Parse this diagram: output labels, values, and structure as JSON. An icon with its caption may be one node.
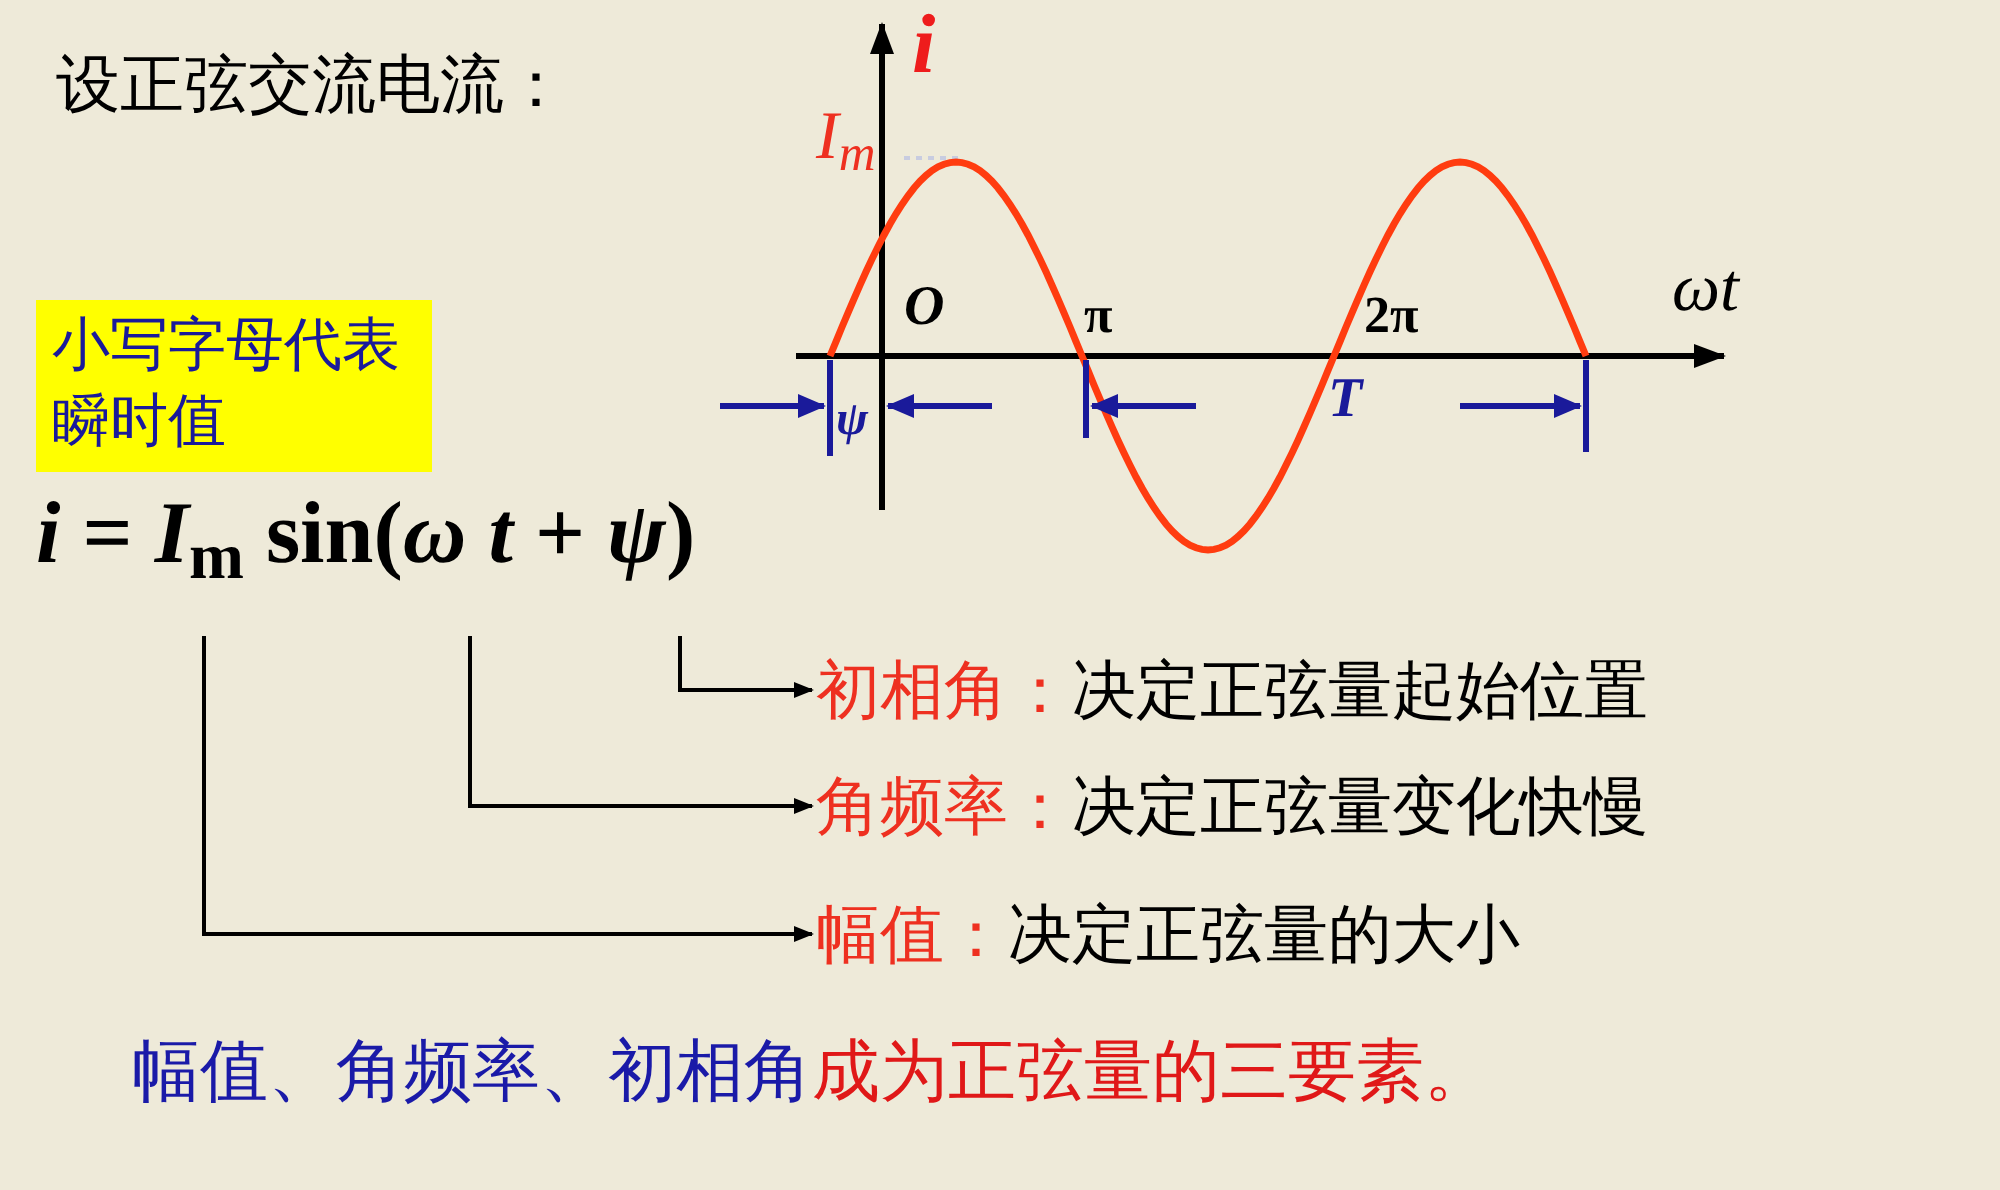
{
  "diagram": {
    "title": "设正弦交流电流：",
    "nodes": [
      {
        "text": [
          "小写字母代表瞬时值"
        ]
      },
      {
        "text": [
          "*i* = *I*$_{m}$ sin(*ω t* + *ψ*)"
        ]
      },
      {
        "text": [
          "初相角：",
          "决定正弦量起始位置"
        ]
      },
      {
        "text": [
          "角频率：",
          "决定正弦量变化快慢"
        ]
      },
      {
        "text": [
          "幅值：",
          "决定正弦量的大小"
        ]
      }
    ],
    "edges": [
      {
        "from": 1,
        "to": 2,
        "arrow": "to"
      },
      {
        "from": 1,
        "to": 3,
        "arrow": "to"
      },
      {
        "from": 1,
        "to": 4,
        "arrow": "to"
      }
    ],
    "labels": [
      "i",
      "I$_{m}$",
      "O",
      "π",
      "2π",
      "ωt",
      "ψ",
      "T",
      "幅值、角频率、初相角",
      "成为正弦量的三要素。"
    ]
  }
}
